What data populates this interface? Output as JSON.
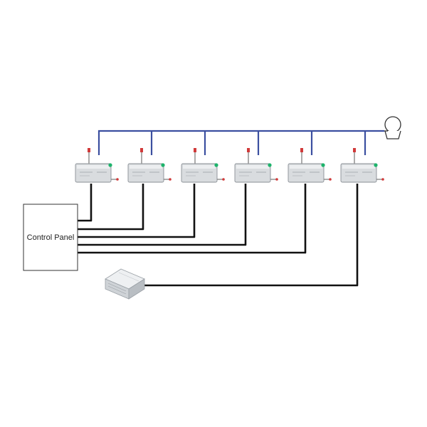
{
  "diagram": {
    "control_panel": {
      "label": "Control Panel"
    },
    "devices": [
      {
        "id": "detector-1"
      },
      {
        "id": "detector-2"
      },
      {
        "id": "detector-3"
      },
      {
        "id": "detector-4"
      },
      {
        "id": "detector-5"
      },
      {
        "id": "detector-6"
      }
    ],
    "pump": {
      "icon": "pump-icon"
    },
    "power_supply": {
      "icon": "power-supply-icon"
    },
    "colors": {
      "pipe": "#3b4fa0",
      "cable": "#111111",
      "device_body": "#d9dcdf",
      "device_border": "#8a8f96",
      "indicator": "#1db36b",
      "alarm": "#d03a3a"
    }
  }
}
